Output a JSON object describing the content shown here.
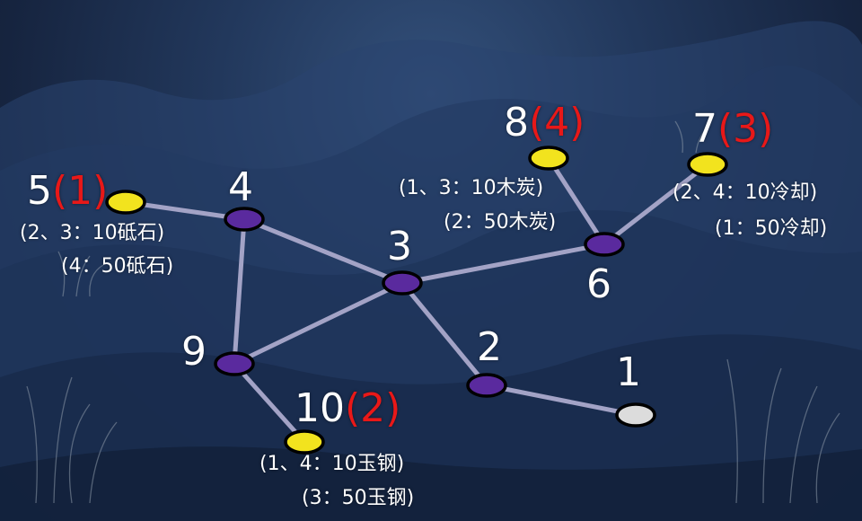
{
  "colors": {
    "visited": "#f2e31e",
    "unvisited": "#5a2a9e",
    "start": "#dcdcdc",
    "edge": "#a3a3c6"
  },
  "nodes": [
    {
      "id": "1",
      "tag": "",
      "notes": []
    },
    {
      "id": "2",
      "tag": "",
      "notes": []
    },
    {
      "id": "3",
      "tag": "",
      "notes": []
    },
    {
      "id": "4",
      "tag": "",
      "notes": []
    },
    {
      "id": "5",
      "tag": "(1)",
      "notes": [
        "(2、3：10砥石)",
        "(4：50砥石)"
      ]
    },
    {
      "id": "6",
      "tag": "",
      "notes": []
    },
    {
      "id": "7",
      "tag": "(3)",
      "notes": [
        "(2、4：10冷却)",
        "(1：50冷却)"
      ]
    },
    {
      "id": "8",
      "tag": "(4)",
      "notes": [
        "(1、3：10木炭)",
        "(2：50木炭)"
      ]
    },
    {
      "id": "9",
      "tag": "",
      "notes": []
    },
    {
      "id": "10",
      "tag": "(2)",
      "notes": [
        "(1、4：10玉钢)",
        "(3：50玉钢)"
      ]
    }
  ],
  "edges": [
    [
      "5",
      "4"
    ],
    [
      "4",
      "3"
    ],
    [
      "4",
      "9"
    ],
    [
      "9",
      "3"
    ],
    [
      "9",
      "10"
    ],
    [
      "3",
      "2"
    ],
    [
      "3",
      "6"
    ],
    [
      "2",
      "1"
    ],
    [
      "6",
      "8"
    ],
    [
      "6",
      "7"
    ]
  ]
}
